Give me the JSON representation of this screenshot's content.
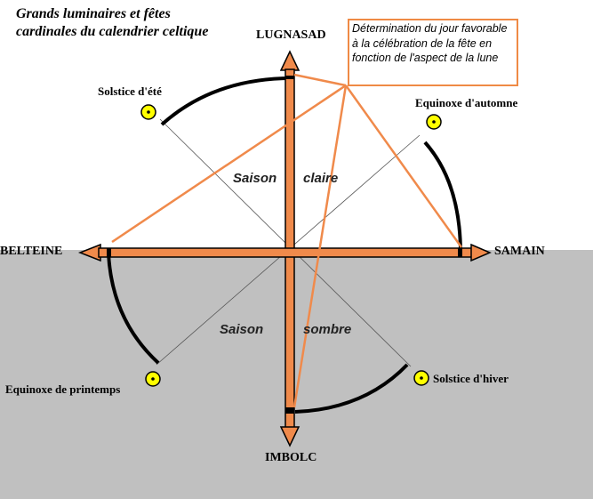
{
  "title": "Grands luminaires et fêtes cardinales du calendrier celtique",
  "callout": "Détermination du jour favorable à la célébration de la fête en fonction de l'aspect de la lune",
  "cardinal_feasts": {
    "north": "LUGNASAD",
    "south": "IMBOLC",
    "east": "SAMAIN",
    "west": "BELTEINE"
  },
  "luminaries": {
    "summer_solstice": "Solstice d'été",
    "autumn_equinox": "Equinoxe d'automne",
    "winter_solstice": "Solstice d'hiver",
    "spring_equinox": "Equinoxe de printemps"
  },
  "seasons": {
    "light_word1": "Saison",
    "light_word2": "claire",
    "dark_word1": "Saison",
    "dark_word2": "sombre"
  },
  "colors": {
    "arrow_fill": "#f08a4b",
    "dark_half": "#c0c0c0",
    "sun_marker": "#ffff00",
    "arc": "#000000"
  }
}
